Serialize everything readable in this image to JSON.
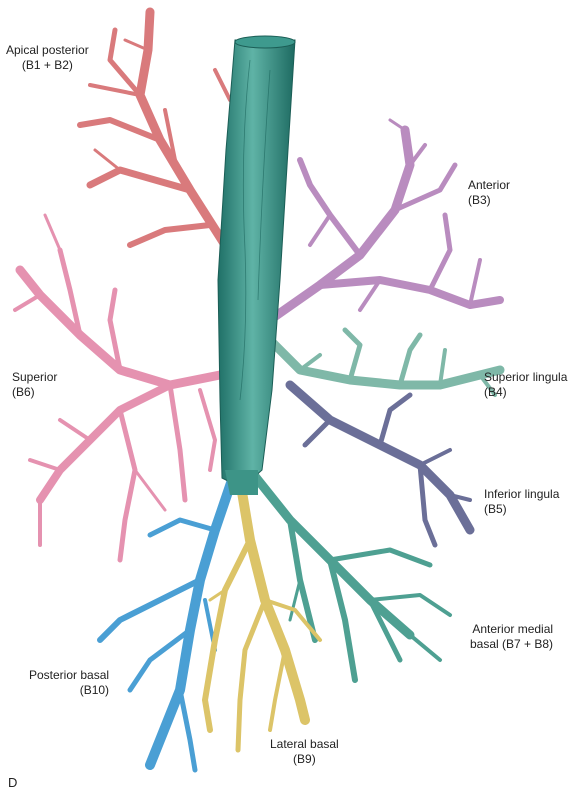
{
  "labels": {
    "apical_posterior": [
      "Apical posterior",
      "(B1 + B2)"
    ],
    "anterior": [
      "Anterior",
      "(B3)"
    ],
    "superior_lingula": [
      "Superior lingula",
      "(B4)"
    ],
    "inferior_lingula": [
      "Inferior lingula",
      "(B5)"
    ],
    "superior": [
      "Superior",
      "(B6)"
    ],
    "anterior_medial_basal": [
      "Anterior medial",
      "basal (B7 + B8)"
    ],
    "posterior_basal": [
      "Posterior basal",
      "(B10)"
    ],
    "lateral_basal": [
      "Lateral basal",
      "(B9)"
    ],
    "panel_letter": "D"
  },
  "colors": {
    "trachea": "#2f8f84",
    "apical_posterior": "#d97a7c",
    "anterior": "#b98cbf",
    "superior_lingula": "#7fb8a8",
    "inferior_lingula": "#6b6f98",
    "superior": "#e592b0",
    "anterior_medial_basal": "#4ea092",
    "posterior_basal": "#4a9fd4",
    "lateral_basal": "#dcc468"
  }
}
